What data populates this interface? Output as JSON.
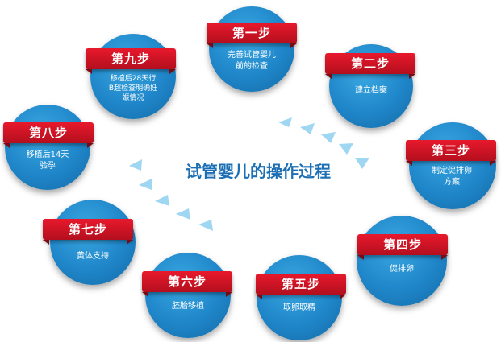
{
  "title": "试管婴儿的操作过程",
  "colors": {
    "circle": "#1f86c9",
    "ribbon": "#d4172a",
    "title": "#1c6fb4",
    "arrow": "#9fd6f2"
  },
  "steps": [
    {
      "label": "第一步",
      "desc": "完善试管婴儿\n前的检查"
    },
    {
      "label": "第二步",
      "desc": "建立档案"
    },
    {
      "label": "第三步",
      "desc": "制定促排卵\n方案"
    },
    {
      "label": "第四步",
      "desc": "促排卵"
    },
    {
      "label": "第五步",
      "desc": "取卵取精"
    },
    {
      "label": "第六步",
      "desc": "胚胎移植"
    },
    {
      "label": "第七步",
      "desc": "黄体支持"
    },
    {
      "label": "第八步",
      "desc": "移植后14天\n验孕"
    },
    {
      "label": "第九步",
      "desc": "移植后28天行\nB超检查明确妊\n娠情况"
    }
  ]
}
